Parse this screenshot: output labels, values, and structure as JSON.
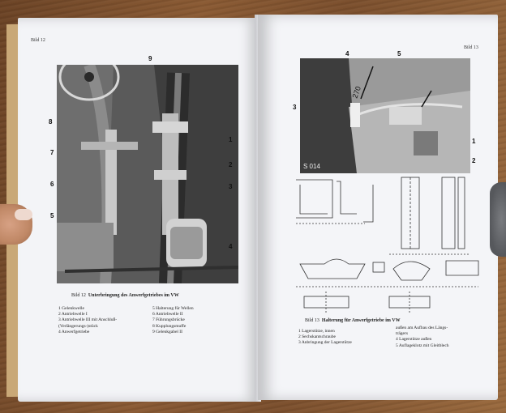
{
  "left_page": {
    "page_number": "Bild 12",
    "callouts": [
      "9",
      "8",
      "7",
      "6",
      "5",
      "1",
      "2",
      "3",
      "4"
    ],
    "caption_prefix": "Bild 12",
    "caption_title": "Unterbringung des Anwerfgetriebes im VW",
    "legend_left": [
      "1   Gelenkwelle",
      "2   Antriebwelle I",
      "3   Antriebwelle III mit Anschluß-",
      "     (Verlängerungs-)stück",
      "4   Anwerfgetriebe"
    ],
    "legend_right": [
      "5   Halterung für Wellen",
      "6   Antriebwelle II",
      "7   Führungsbrücke",
      "8   Kupplungsmuffe",
      "9   Gelenkgabel II"
    ]
  },
  "right_page": {
    "page_number": "Bild 13",
    "callouts": [
      "4",
      "5",
      "3",
      "1",
      "2"
    ],
    "photo_labels": [
      "270",
      "S 014"
    ],
    "caption_prefix": "Bild 13",
    "caption_title": "Halterung für Anwerfgetriebe im VW",
    "legend_left": [
      "1   Lagerstütze, innen",
      "2   Sechskantschraube",
      "3   Anbringung der Lagerstütze"
    ],
    "legend_right": [
      "außen am Aufbau des Längs-",
      "trägers",
      "4   Lagerstütze außen",
      "5   Auflageklotz mit Gleitblech"
    ]
  }
}
